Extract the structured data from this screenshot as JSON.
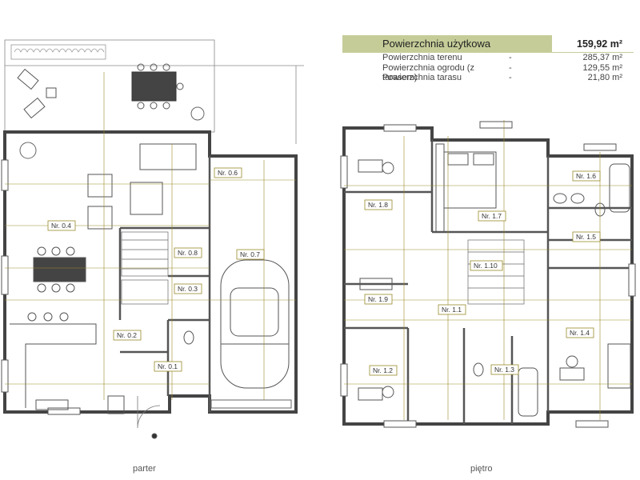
{
  "summary": {
    "title": "Powierzchnia użytkowa",
    "total": "159,92 m²",
    "rows": [
      {
        "label": "Powierzchnia terenu",
        "dash": "-",
        "value": "285,37 m²"
      },
      {
        "label": "Powierzchnia ogrodu (z tarasem)",
        "dash": "-",
        "value": "129,55 m²"
      },
      {
        "label": "Powierzchnia tarasu",
        "dash": "-",
        "value": "21,80 m²"
      }
    ]
  },
  "floors": {
    "ground": {
      "caption": "parter",
      "rooms": [
        "Nr. 0.4",
        "Nr. 0.6",
        "Nr. 0.8",
        "Nr. 0.3",
        "Nr. 0.7",
        "Nr. 0.2",
        "Nr. 0.1"
      ]
    },
    "upper": {
      "caption": "piętro",
      "rooms": [
        "Nr. 1.8",
        "Nr. 1.7",
        "Nr. 1.6",
        "Nr. 1.5",
        "Nr. 1.10",
        "Nr. 1.9",
        "Nr. 1.1",
        "Nr. 1.4",
        "Nr. 1.2",
        "Nr. 1.3"
      ]
    }
  },
  "colors": {
    "wall": "#555555",
    "dimension": "#9a8a2a",
    "accent": "#c5cc98"
  }
}
